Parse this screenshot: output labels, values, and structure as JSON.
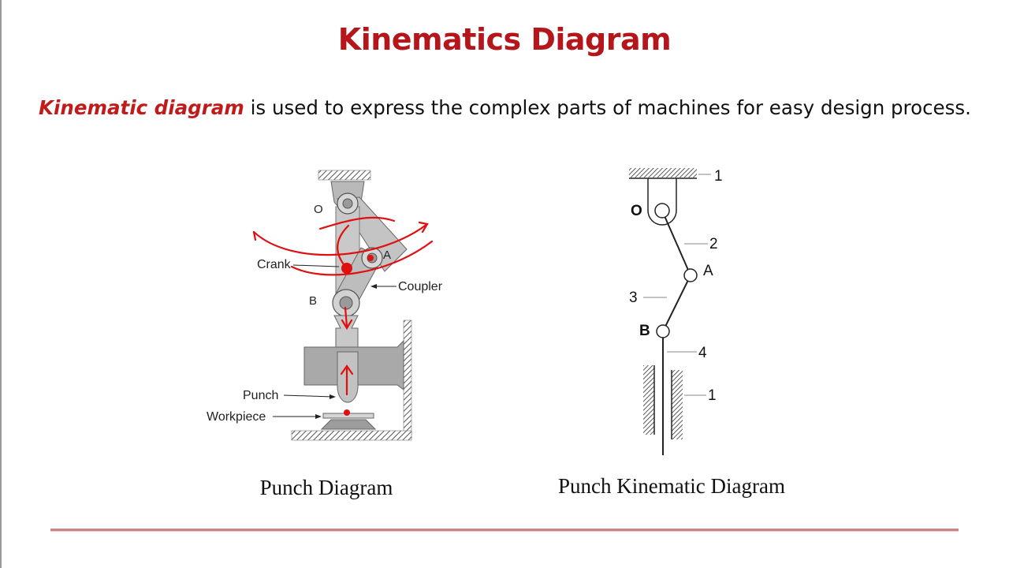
{
  "slide": {
    "title": "Kinematics Diagram",
    "intro_term": "Kinematic diagram",
    "intro_rest": " is used to express the complex parts of machines for easy design process.",
    "accent_color": "#b4161b"
  },
  "left_figure": {
    "caption": "Punch Diagram",
    "labels": {
      "o": "O",
      "a": "A",
      "b": "B",
      "crank": "Crank",
      "coupler": "Coupler",
      "punch": "Punch",
      "workpiece": "Workpiece"
    },
    "annotation_color": "#e01010"
  },
  "right_figure": {
    "caption": "Punch Kinematic Diagram",
    "labels": {
      "o": "O",
      "a": "A",
      "b": "B",
      "link_1_top": "1",
      "link_2": "2",
      "link_3": "3",
      "link_4": "4",
      "link_1_bottom": "1"
    }
  }
}
